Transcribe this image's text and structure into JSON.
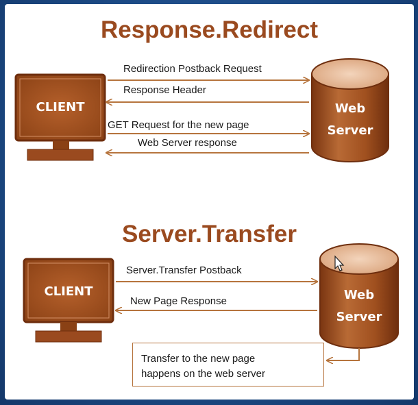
{
  "titles": {
    "top": "Response.Redirect",
    "bottom": "Server.Transfer"
  },
  "redirect": {
    "client_label": "CLIENT",
    "server_line1": "Web",
    "server_line2": "Server",
    "arrows": [
      "Redirection Postback Request",
      "Response Header",
      "GET Request for the new page",
      "Web Server response"
    ]
  },
  "transfer": {
    "client_label": "CLIENT",
    "server_line1": "Web",
    "server_line2": "Server",
    "arrows": [
      "Server.Transfer Postback",
      "New Page Response"
    ],
    "note_line1": "Transfer to the new page",
    "note_line2": "happens on the web server"
  },
  "colors": {
    "title": "#9a4a1f",
    "box_fill": "#a55522",
    "box_border": "#7c3a12",
    "arrow": "#b6743d",
    "background": "#1c4a85"
  }
}
